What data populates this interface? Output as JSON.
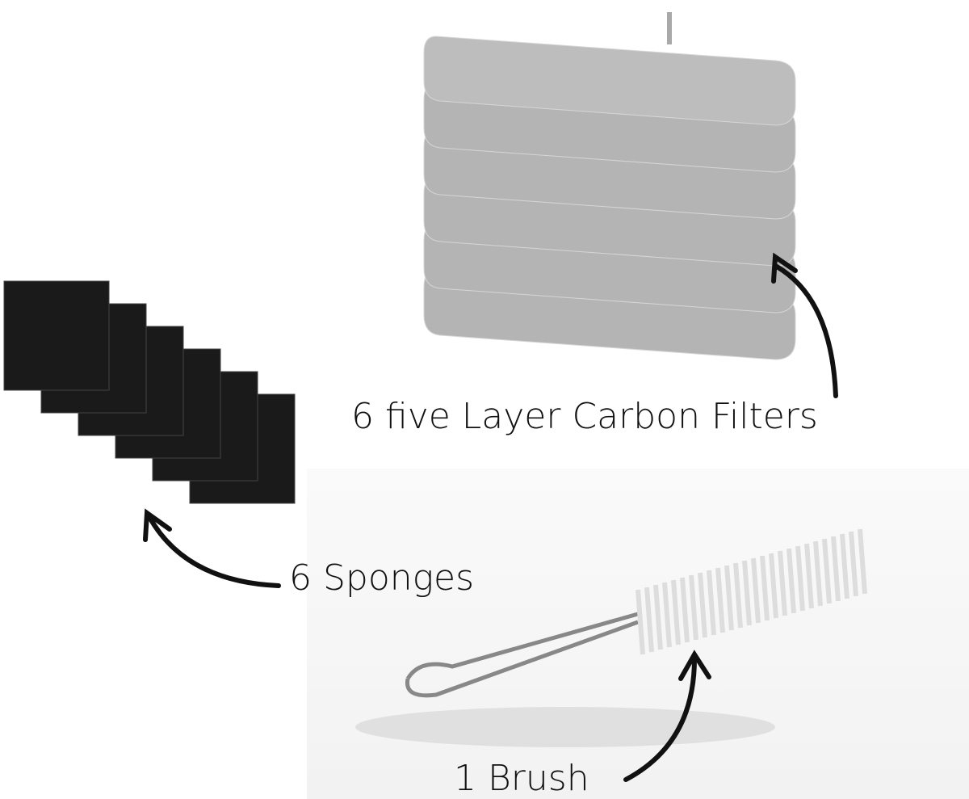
{
  "labels": {
    "filters": "6 five Layer Carbon Filters",
    "sponges": "6 Sponges",
    "brush": "1 Brush"
  },
  "counts": {
    "filters": 6,
    "sponges": 6,
    "brush": 1
  },
  "colors": {
    "filter": "#b8b8b8",
    "sponge": "#1a1a1a",
    "text": "#111111"
  }
}
